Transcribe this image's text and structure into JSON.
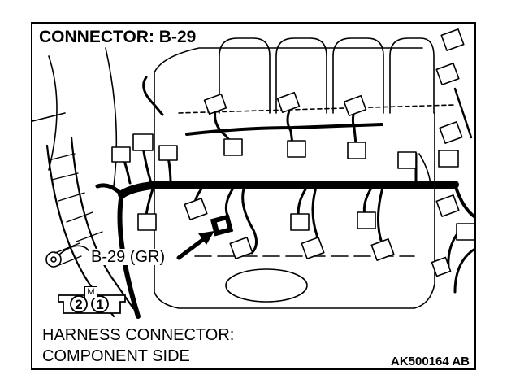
{
  "diagram": {
    "title": "CONNECTOR: B-29",
    "callout": "B-29 (GR)",
    "harness_line1": "HARNESS CONNECTOR:",
    "harness_line2": "COMPONENT SIDE",
    "code": "AK500164 AB",
    "pins": {
      "left": "2",
      "right": "1",
      "key": "M"
    }
  }
}
